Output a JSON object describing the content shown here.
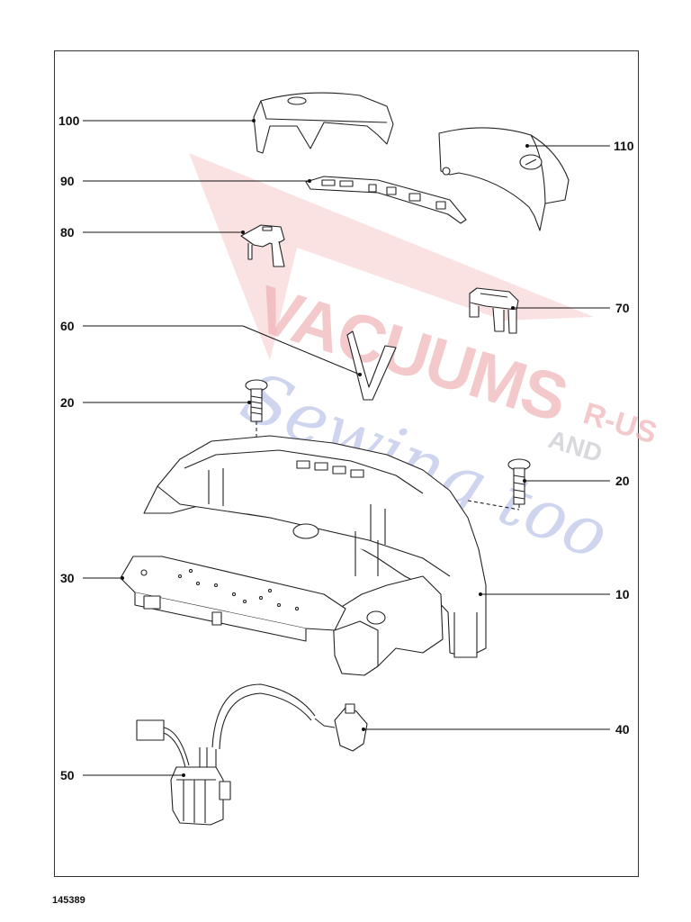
{
  "document_id": "145389",
  "watermark": {
    "line1": "VACUUMS",
    "line2": "R-US",
    "line3": "AND",
    "line4": "Sewing too",
    "colors": {
      "red": "#e8868c",
      "blue": "#8f9dd8"
    }
  },
  "callouts": [
    {
      "id": "100",
      "label": "100"
    },
    {
      "id": "110",
      "label": "110"
    },
    {
      "id": "90",
      "label": "90"
    },
    {
      "id": "80",
      "label": "80"
    },
    {
      "id": "70",
      "label": "70"
    },
    {
      "id": "60",
      "label": "60"
    },
    {
      "id": "20a",
      "label": "20"
    },
    {
      "id": "20b",
      "label": "20"
    },
    {
      "id": "30",
      "label": "30"
    },
    {
      "id": "10",
      "label": "10"
    },
    {
      "id": "40",
      "label": "40"
    },
    {
      "id": "50",
      "label": "50"
    }
  ]
}
